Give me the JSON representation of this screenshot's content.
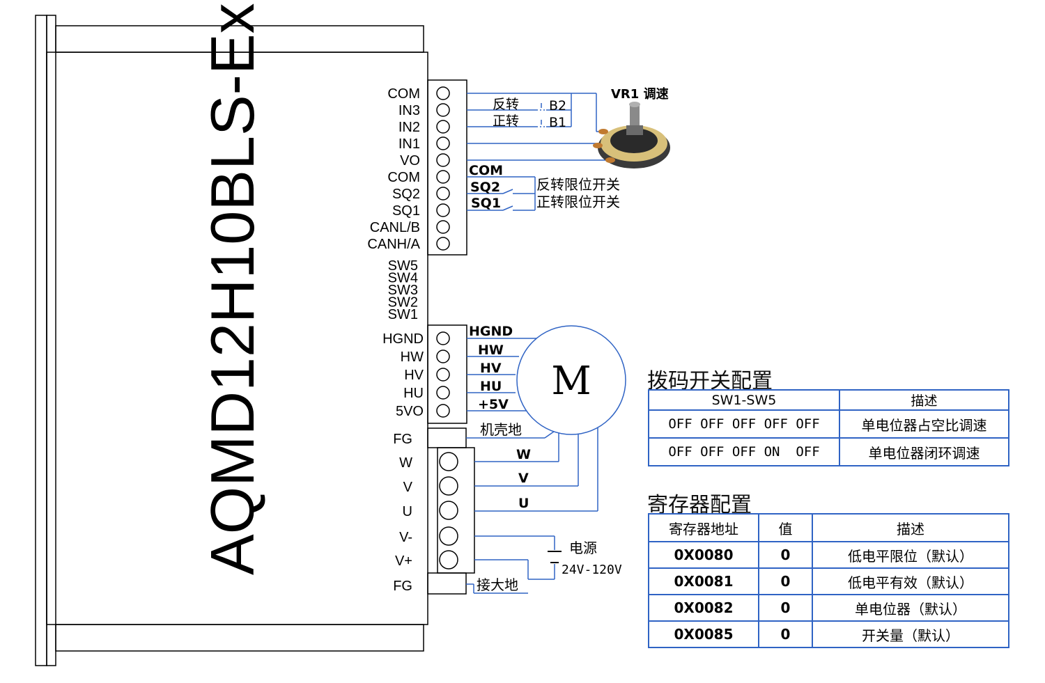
{
  "model": "AQMD12H10BLS-Ex",
  "signal_pins": [
    "COM",
    "IN3",
    "IN2",
    "IN1",
    "VO",
    "COM",
    "SQ2",
    "SQ1",
    "CANL/B",
    "CANH/A"
  ],
  "switch_pins": [
    "SW5",
    "SW4",
    "SW3",
    "SW2",
    "SW1"
  ],
  "hall_pins": [
    "HGND",
    "HW",
    "HV",
    "HU",
    "5VO"
  ],
  "power_pins": [
    "FG",
    "W",
    "V",
    "U",
    "V-",
    "V+",
    "FG"
  ],
  "wiring": {
    "reverse": "反转",
    "forward": "正转",
    "b2": "B2",
    "b1": "B1",
    "pot": "VR1 调速",
    "com": "COM",
    "sq2": "SQ2",
    "sq1": "SQ1",
    "reverse_limit": "反转限位开关",
    "forward_limit": "正转限位开关",
    "hall": [
      "HGND",
      "HW",
      "HV",
      "HU",
      "+5V"
    ],
    "motor": "M",
    "chassis": "机壳地",
    "phases": [
      "W",
      "V",
      "U"
    ],
    "power": "电源",
    "voltage": "24V-120V",
    "ground": "接大地"
  },
  "switch_table": {
    "title": "拨码开关配置",
    "headers": [
      "SW1-SW5",
      "描述"
    ],
    "rows": [
      {
        "setting": "OFF OFF OFF OFF OFF",
        "desc": "单电位器占空比调速"
      },
      {
        "setting": "OFF OFF OFF ON  OFF",
        "desc": "单电位器闭环调速"
      }
    ]
  },
  "register_table": {
    "title": "寄存器配置",
    "headers": [
      "寄存器地址",
      "值",
      "描述"
    ],
    "rows": [
      {
        "addr": "0X0080",
        "val": "0",
        "desc": "低电平限位（默认）"
      },
      {
        "addr": "0X0081",
        "val": "0",
        "desc": "低电平有效（默认）"
      },
      {
        "addr": "0X0082",
        "val": "0",
        "desc": "单电位器（默认）"
      },
      {
        "addr": "0X0085",
        "val": "0",
        "desc": "开关量（默认）"
      }
    ]
  },
  "colors": {
    "wire": "#2f63c4",
    "outline": "#000000"
  }
}
